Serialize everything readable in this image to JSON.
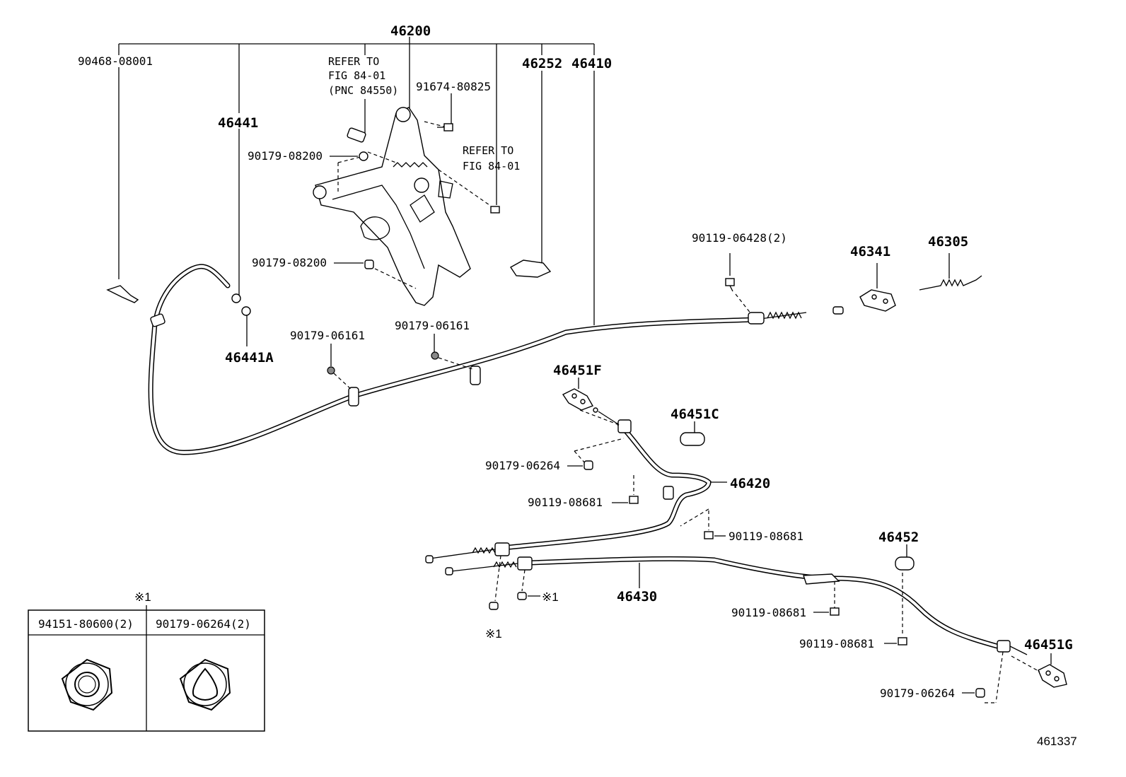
{
  "diagram_id": "461337",
  "labels": {
    "p46200": "46200",
    "p90468": "90468-08001",
    "p46441": "46441",
    "p46441A": "46441A",
    "refer1_l1": "REFER TO",
    "refer1_l2": "FIG 84-01",
    "refer1_l3": "(PNC 84550)",
    "p91674": "91674-80825",
    "refer2_l1": "REFER TO",
    "refer2_l2": "FIG 84-01",
    "p46252": "46252",
    "p46410": "46410",
    "p90179_08200a": "90179-08200",
    "p90179_08200b": "90179-08200",
    "p90119_06428": "90119-06428(2)",
    "p46341": "46341",
    "p46305": "46305",
    "p90179_06161a": "90179-06161",
    "p90179_06161b": "90179-06161",
    "p46451F": "46451F",
    "p46451C": "46451C",
    "p90179_06264a": "90179-06264",
    "p46420": "46420",
    "p90119_08681a": "90119-08681",
    "p90119_08681b": "90119-08681",
    "p46452": "46452",
    "p46430": "46430",
    "note1a": "※1",
    "note1b": "※1",
    "p90119_08681c": "90119-08681",
    "p90119_08681d": "90119-08681",
    "p46451G": "46451G",
    "p90179_06264b": "90179-06264"
  },
  "legend": {
    "mark": "※1",
    "col1": "94151-80600(2)",
    "col2": "90179-06264(2)"
  }
}
